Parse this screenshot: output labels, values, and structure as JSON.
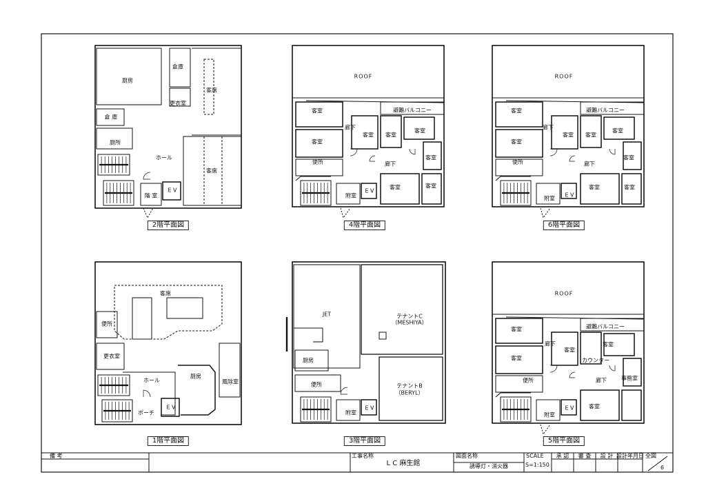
{
  "sheet": {
    "title_block": {
      "remarks_label": "備 考",
      "project_label": "工事名称",
      "project_name": "L C 麻生館",
      "drawing_label": "図面名称",
      "drawing_name": "誘導灯・消火器",
      "scale_label": "SCALE",
      "scale_value": "S=1:150",
      "approved_label": "承 認",
      "checked_label": "審 査",
      "designed_label": "設 計",
      "date_label": "設計年月日",
      "sheet_total_label": "全図",
      "sheet_no": "6"
    }
  },
  "plans": [
    {
      "key": "floor2",
      "title": "2階平面図",
      "labels": [
        "厨房",
        "倉庫",
        "客席",
        "更衣室",
        "倉 庫",
        "厨所",
        "ホール",
        "客席",
        "E V",
        "階 室"
      ]
    },
    {
      "key": "floor4",
      "title": "4階平面図",
      "labels": [
        "ROOF",
        "避難バルコニー",
        "客室",
        "廊下",
        "客室",
        "客室",
        "客室",
        "客室",
        "便所",
        "客室",
        "廊下",
        "客室",
        "客室",
        "E V",
        "附室"
      ]
    },
    {
      "key": "floor6",
      "title": "6階平面図",
      "labels": [
        "ROOF",
        "避難バルコニー",
        "客室",
        "廊下",
        "客室",
        "客室",
        "客室",
        "客室",
        "便所",
        "客室",
        "廊下",
        "客室",
        "客室",
        "E V",
        "附室"
      ]
    },
    {
      "key": "floor1",
      "title": "1階平面図",
      "labels": [
        "客席",
        "便所",
        "更衣室",
        "ホール",
        "厨房",
        "風除室",
        "E V",
        "ポーチ"
      ]
    },
    {
      "key": "floor3",
      "title": "3階平面図",
      "labels": [
        "JET",
        "テナントC",
        "（MESHIYA）",
        "厨房",
        "便所",
        "テナントB",
        "（BERYL）",
        "E V",
        "附室"
      ]
    },
    {
      "key": "floor5",
      "title": "5階平面図",
      "labels": [
        "ROOF",
        "避難バルコニー",
        "客室",
        "廊下",
        "客室",
        "客室",
        "客室",
        "カウンター",
        "便所",
        "事務室",
        "廊下",
        "客室",
        "E V",
        "附室"
      ]
    }
  ]
}
